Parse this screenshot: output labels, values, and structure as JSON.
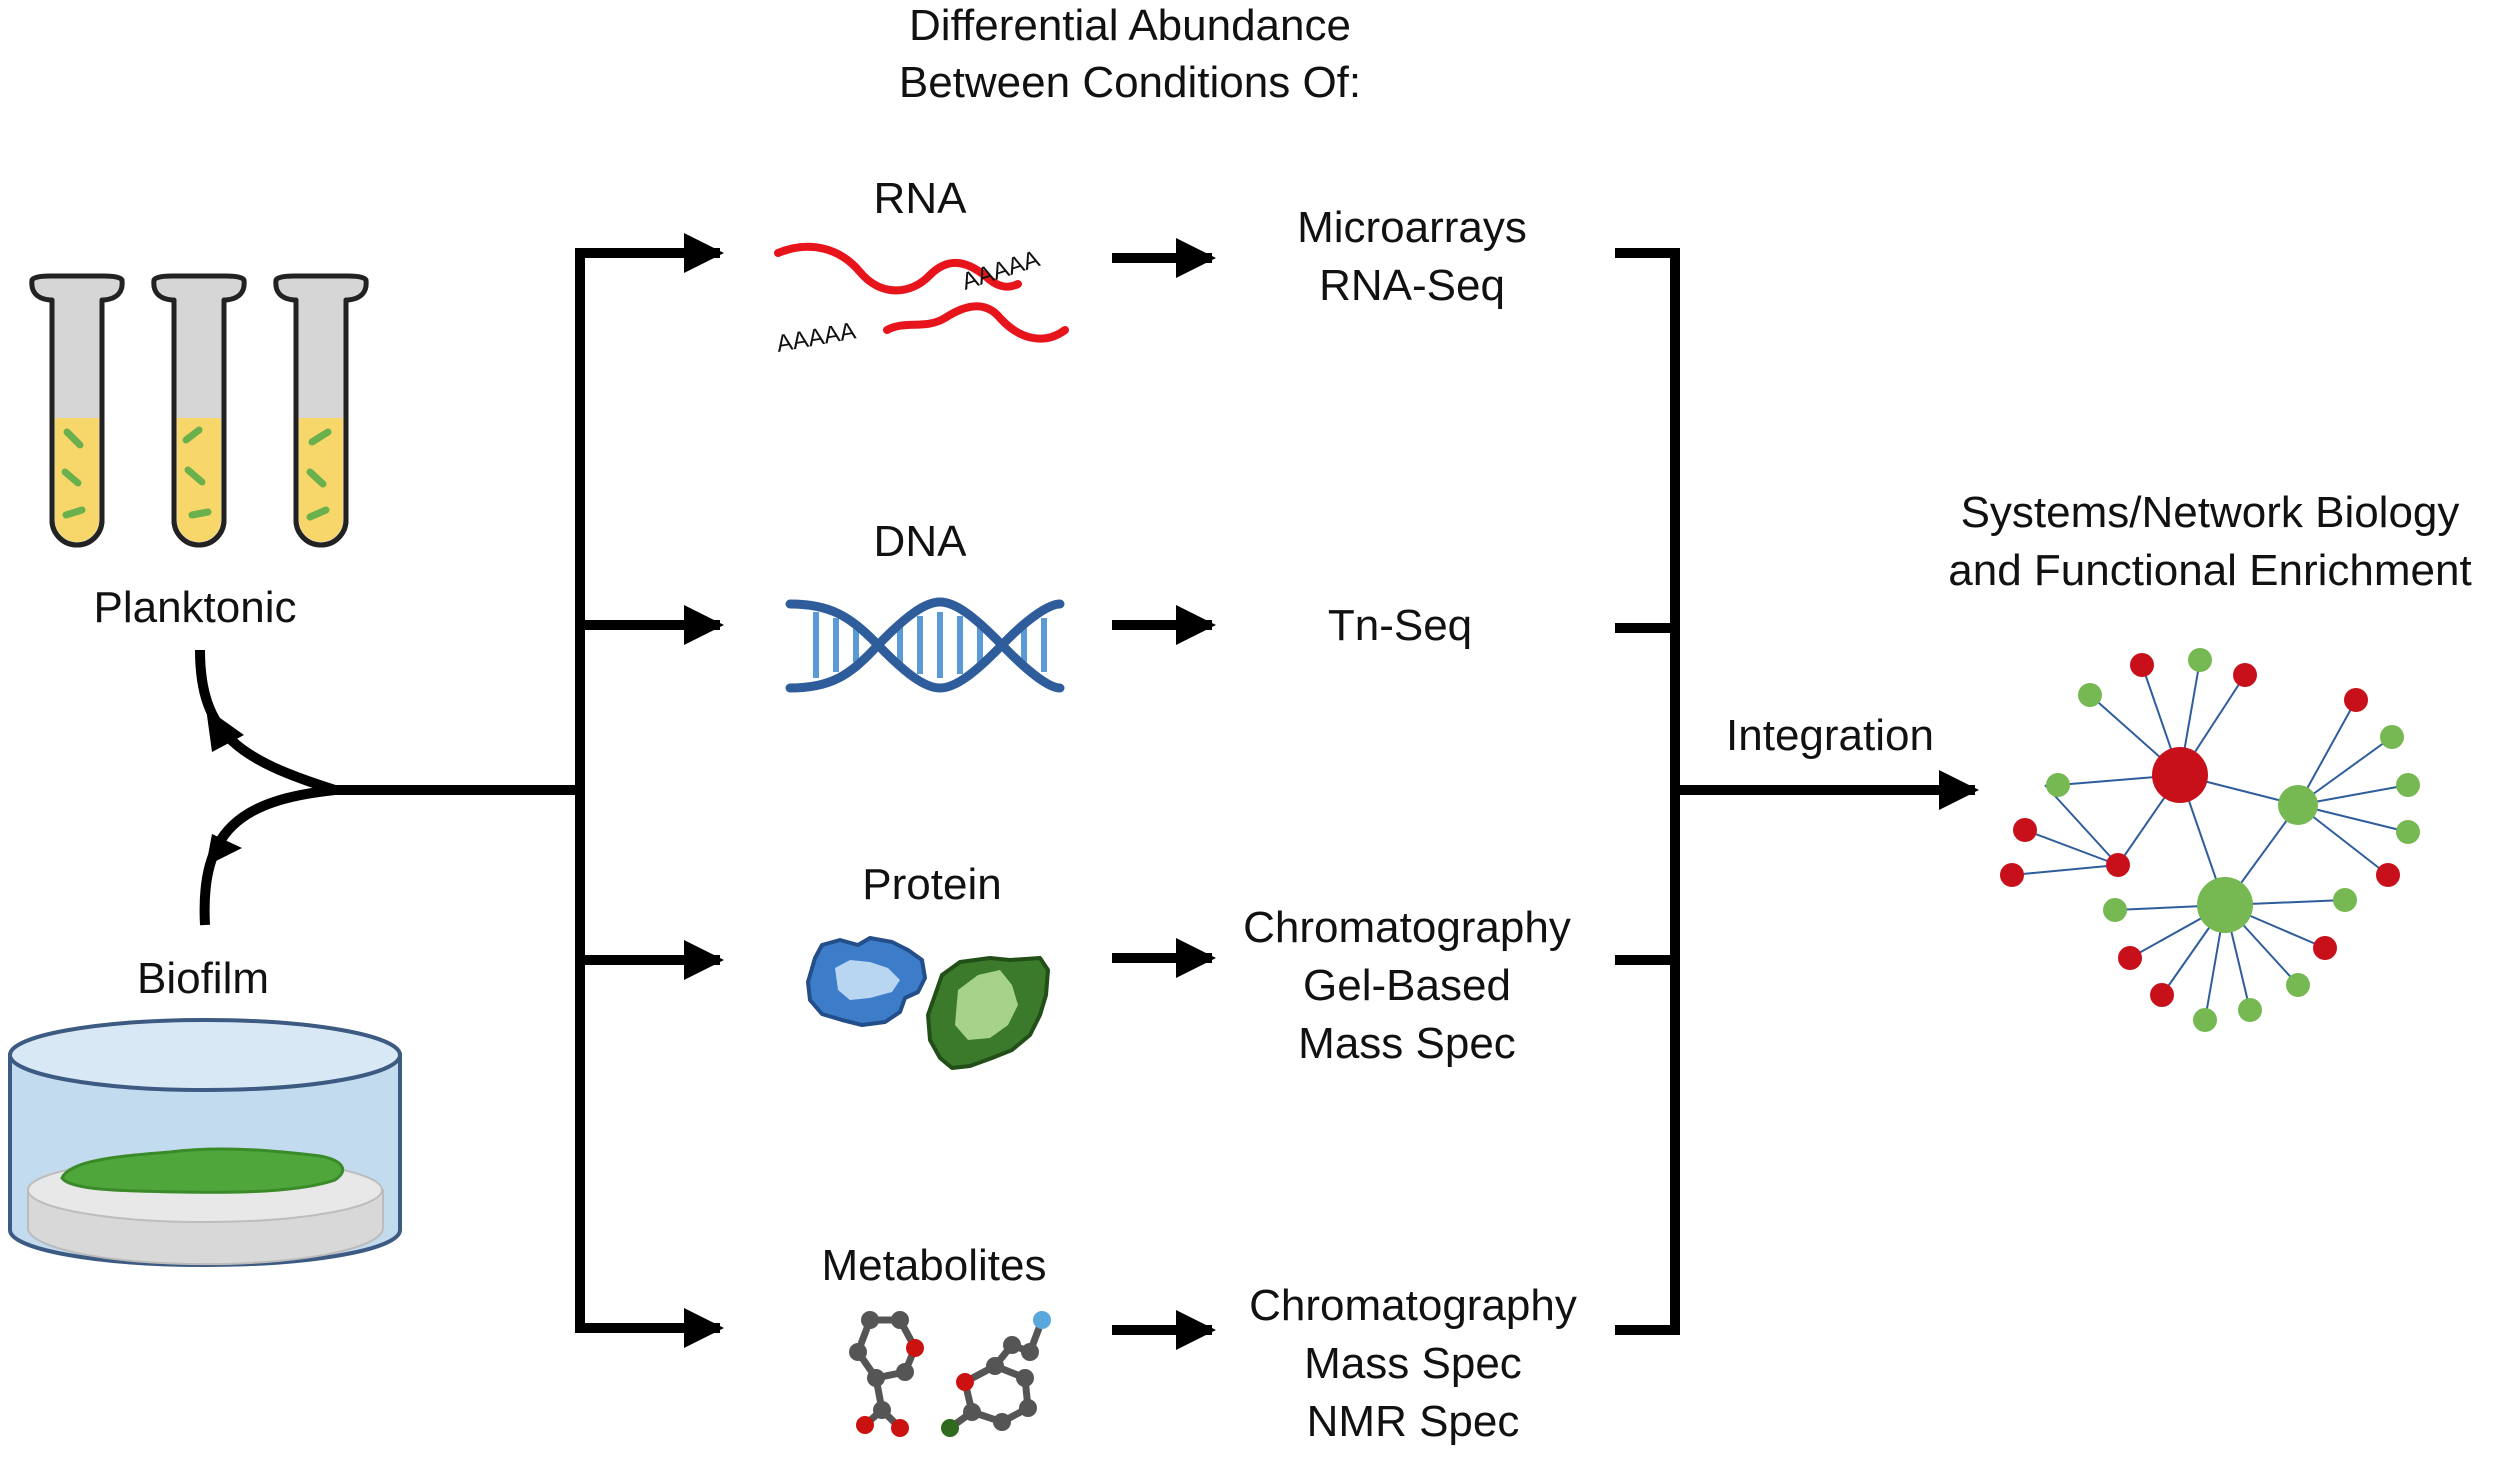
{
  "header": {
    "line1": "Differential Abundance",
    "line2": "Between Conditions Of:"
  },
  "conditions": {
    "planktonic": "Planktonic",
    "biofilm": "Biofilm"
  },
  "molecules": {
    "rna": "RNA",
    "rna_polya": "AAAAA",
    "dna": "DNA",
    "protein": "Protein",
    "metabolites": "Metabolites"
  },
  "methods": {
    "rna": [
      "Microarrays",
      "RNA-Seq"
    ],
    "dna": [
      "Tn-Seq"
    ],
    "protein": [
      "Chromatography",
      "Gel-Based",
      "Mass Spec"
    ],
    "metabolites": [
      "Chromatography",
      "Mass Spec",
      "NMR Spec"
    ]
  },
  "integration": "Integration",
  "output": {
    "line1": "Systems/Network Biology",
    "line2": "and Functional Enrichment"
  },
  "colors": {
    "line": "#000000",
    "rna_strand": "#e8141b",
    "dna_helix": "#2f5d9c",
    "dna_rungs": "#5b9bd5",
    "tube_glass": "#d6d6d6",
    "tube_liquid": "#f7d76a",
    "bacteria": "#6ab04c",
    "dish": "#c3dbef",
    "biofilm": "#4fa63a",
    "protein_blue": "#3d7cc9",
    "protein_green": "#3a7a2a",
    "atom_gray": "#555555",
    "atom_red": "#cc1111",
    "atom_blue": "#5aa7dd",
    "atom_green": "#2f6a1f",
    "node_red": "#c8101a",
    "node_green": "#76b852",
    "network_edge": "#2f5d9c"
  },
  "icons": {
    "planktonic": "test-tubes-icon",
    "biofilm": "petri-dish-icon",
    "rna": "rna-strand-icon",
    "dna": "dna-helix-icon",
    "protein": "protein-blob-icon",
    "metabolites": "molecule-icon",
    "network": "network-graph-icon"
  }
}
